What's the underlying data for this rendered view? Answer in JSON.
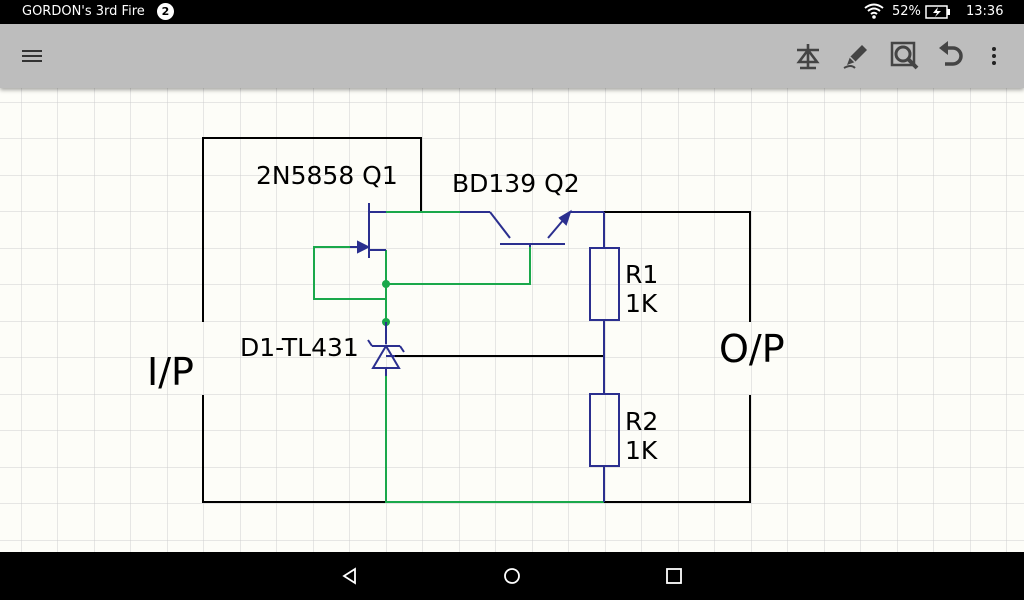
{
  "status_bar": {
    "device_name": "GORDON's 3rd Fire",
    "notification_count": "2",
    "battery_percent": "52%",
    "time": "13:36"
  },
  "toolbar": {
    "menu_icon": "hamburger-menu-icon",
    "actions": [
      "component-icon",
      "edit-pen-icon",
      "zoom-icon",
      "undo-icon",
      "overflow-menu-icon"
    ]
  },
  "schematic": {
    "labels": {
      "q1": "2N5858 Q1",
      "q2": "BD139 Q2",
      "d1": "D1-TL431",
      "r1_name": "R1",
      "r1_value": "1K",
      "r2_name": "R2",
      "r2_value": "1K",
      "input": "I/P",
      "output": "O/P"
    },
    "colors": {
      "wire_black": "#000000",
      "wire_green": "#1aa84b",
      "component_blue": "#2b2f8f",
      "grid": "#cfcfcf",
      "background": "#fdfdf8"
    }
  }
}
